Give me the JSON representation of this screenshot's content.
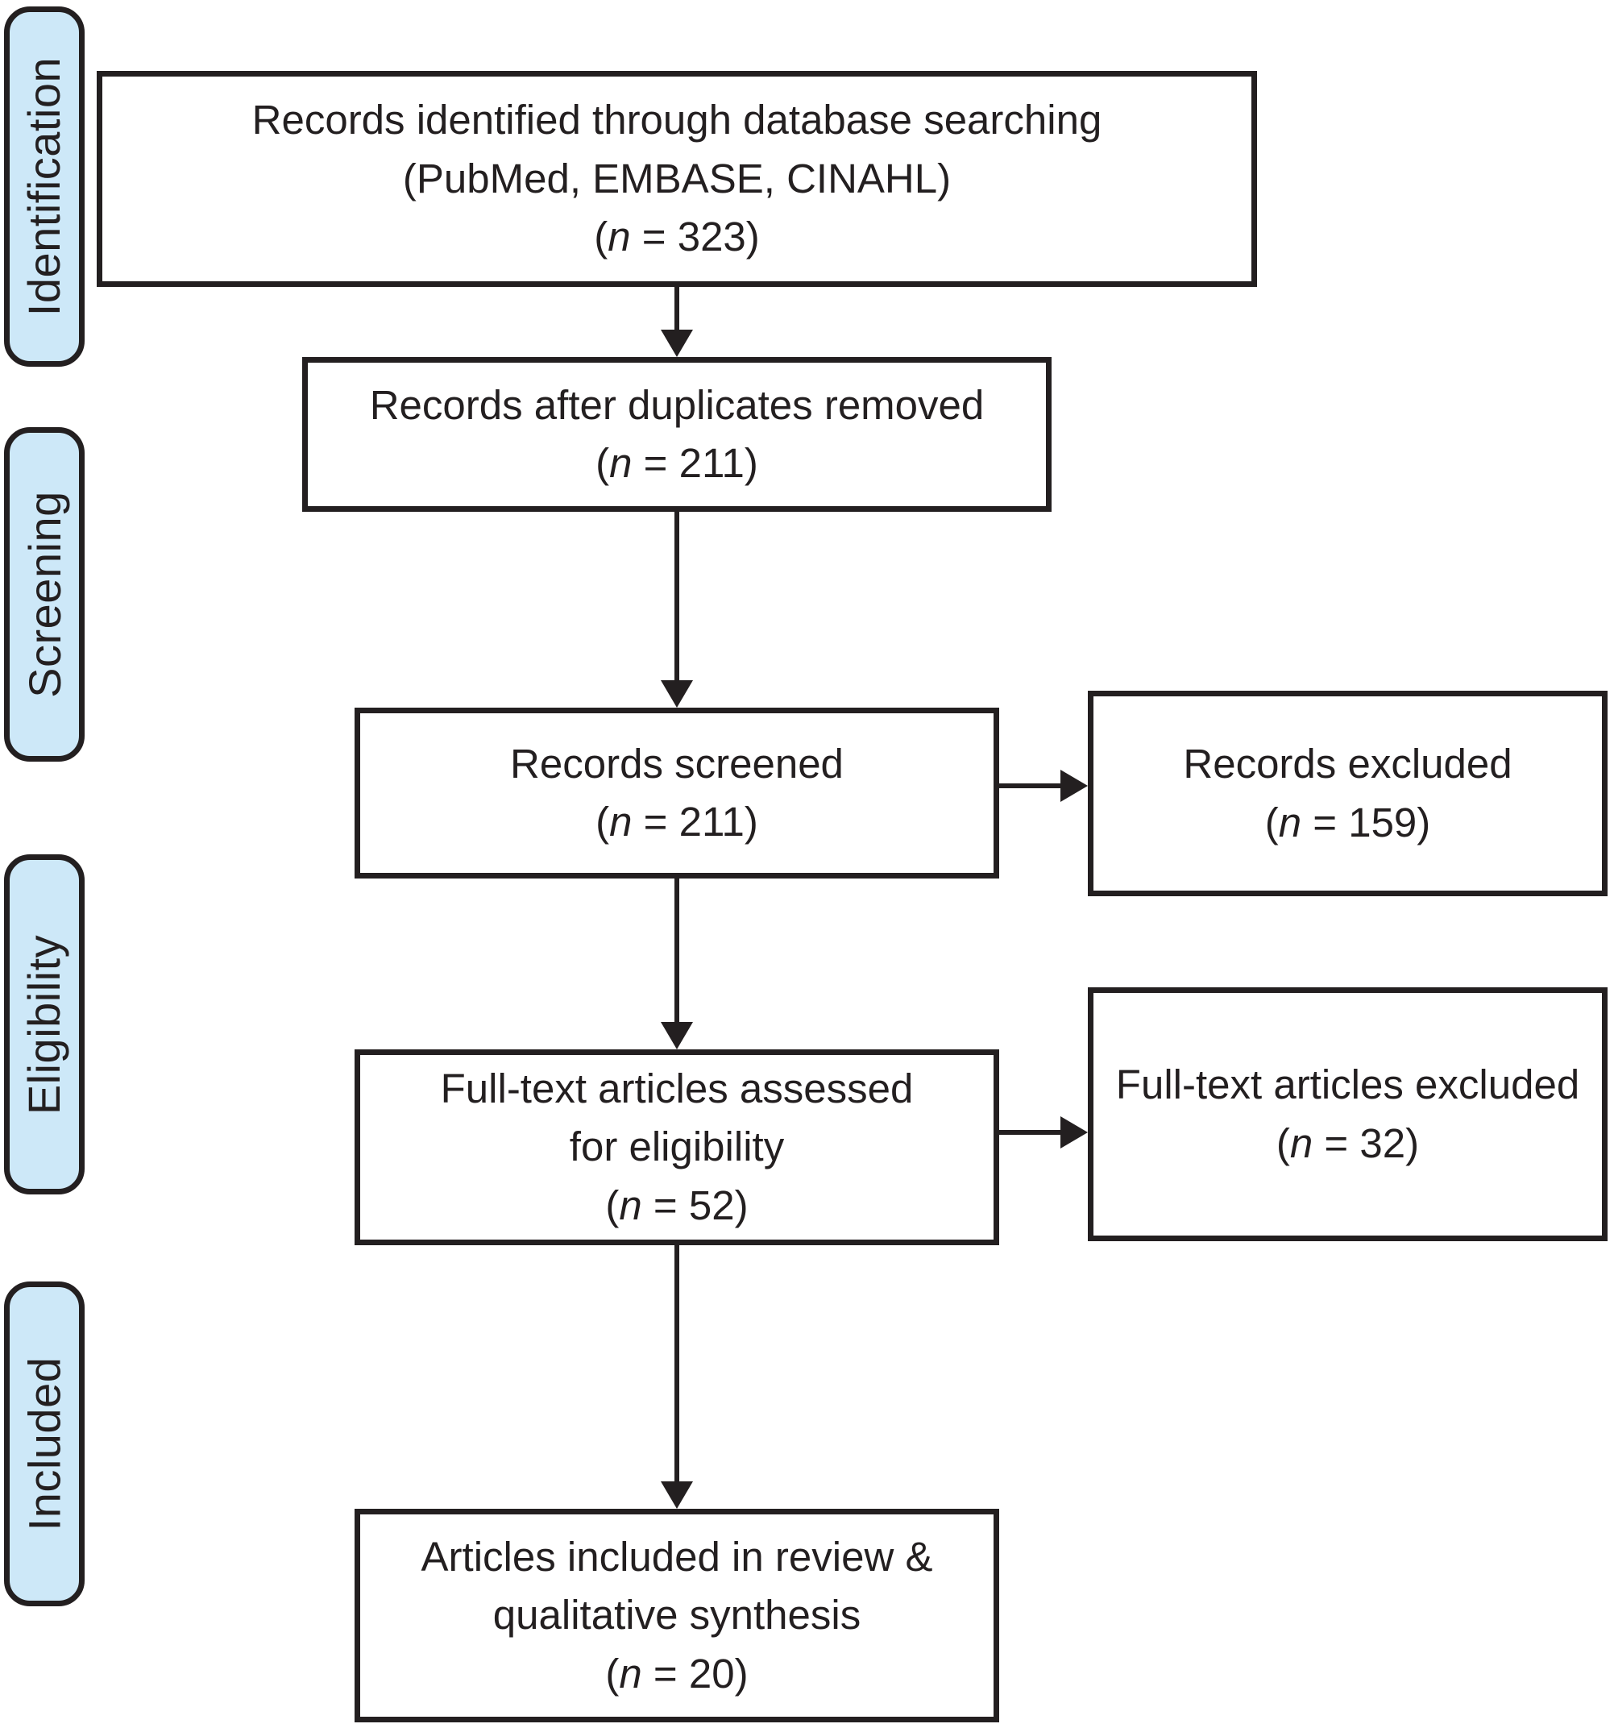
{
  "diagram": {
    "type": "prisma-flow-diagram",
    "colors": {
      "stage_fill": "#cde8f8",
      "line": "#231f20",
      "box_fill": "#ffffff",
      "text": "#231f20"
    },
    "stage_labels": [
      {
        "id": "identification",
        "label": "Identification"
      },
      {
        "id": "screening",
        "label": "Screening"
      },
      {
        "id": "eligibility",
        "label": "Eligibility"
      },
      {
        "id": "included",
        "label": "Included"
      }
    ],
    "boxes": {
      "identified": {
        "line1": "Records identified through database searching",
        "line2": "(PubMed, EMBASE, CINAHL)",
        "count": "(n = 323)",
        "n": 323
      },
      "deduplicated": {
        "line1": "Records after duplicates removed",
        "count": "(n = 211)",
        "n": 211
      },
      "screened": {
        "line1": "Records screened",
        "count": "(n = 211)",
        "n": 211
      },
      "records_excluded": {
        "line1": "Records excluded",
        "count": "(n = 159)",
        "n": 159
      },
      "fulltext_assessed": {
        "line1": "Full-text articles assessed",
        "line2": "for eligibility",
        "count": "(n = 52)",
        "n": 52
      },
      "fulltext_excluded": {
        "line1": "Full-text articles excluded",
        "count": "(n = 32)",
        "n": 32
      },
      "included_articles": {
        "line1": "Articles included in review &",
        "line2": "qualitative synthesis",
        "count": "(n = 20)",
        "n": 20
      }
    }
  }
}
